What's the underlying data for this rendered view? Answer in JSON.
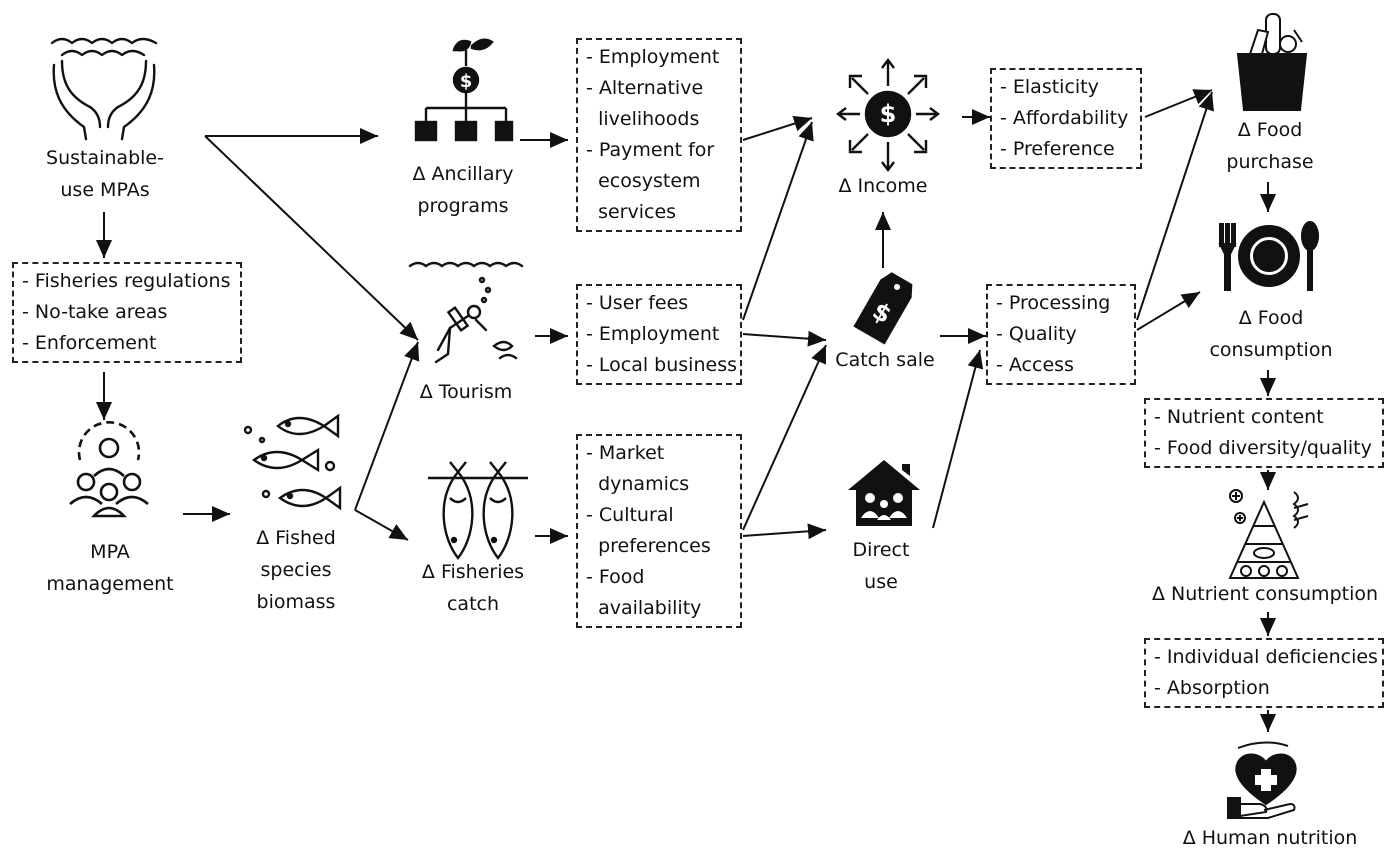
{
  "nodes": {
    "sustainable_mpas": "Sustainable-\nuse MPAs",
    "mpa_management": "MPA\nmanagement",
    "fished_biomass": "Δ Fished\nspecies\nbiomass",
    "ancillary": "Δ Ancillary\nprograms",
    "tourism": "Δ Tourism",
    "fisheries_catch": "Δ Fisheries\ncatch",
    "income": "Δ Income",
    "catch_sale": "Catch sale",
    "direct_use": "Direct\nuse",
    "food_purchase": "Δ Food\npurchase",
    "food_consumption": "Δ Food\nconsumption",
    "nutrient_consumption": "Δ Nutrient consumption",
    "human_nutrition": "Δ Human nutrition"
  },
  "boxes": {
    "regulations": [
      "- Fisheries regulations",
      "- No-take areas",
      "- Enforcement"
    ],
    "ancillary_factors": [
      "- Employment",
      "- Alternative",
      "  livelihoods",
      "- Payment for",
      "  ecosystem",
      "  services"
    ],
    "tourism_factors": [
      "- User fees",
      "- Employment",
      "- Local business"
    ],
    "catch_factors": [
      "- Market",
      "  dynamics",
      "- Cultural",
      "  preferences",
      "- Food",
      "  availability"
    ],
    "income_factors": [
      "- Elasticity",
      "- Affordability",
      "- Preference"
    ],
    "sale_factors": [
      "- Processing",
      "- Quality",
      "- Access"
    ],
    "consumption_factors": [
      "- Nutrient content",
      "- Food diversity/quality"
    ],
    "nutrition_factors": [
      "- Individual deficiencies",
      "- Absorption"
    ]
  },
  "icons": [
    "hands-waves-icon",
    "management-gear-icon",
    "fish-school-icon",
    "funding-hierarchy-icon",
    "scuba-diver-icon",
    "hanging-fish-icon",
    "dollar-burst-icon",
    "price-tag-icon",
    "house-family-icon",
    "grocery-bag-icon",
    "plate-cutlery-icon",
    "food-pyramid-icon",
    "heart-hand-icon"
  ]
}
